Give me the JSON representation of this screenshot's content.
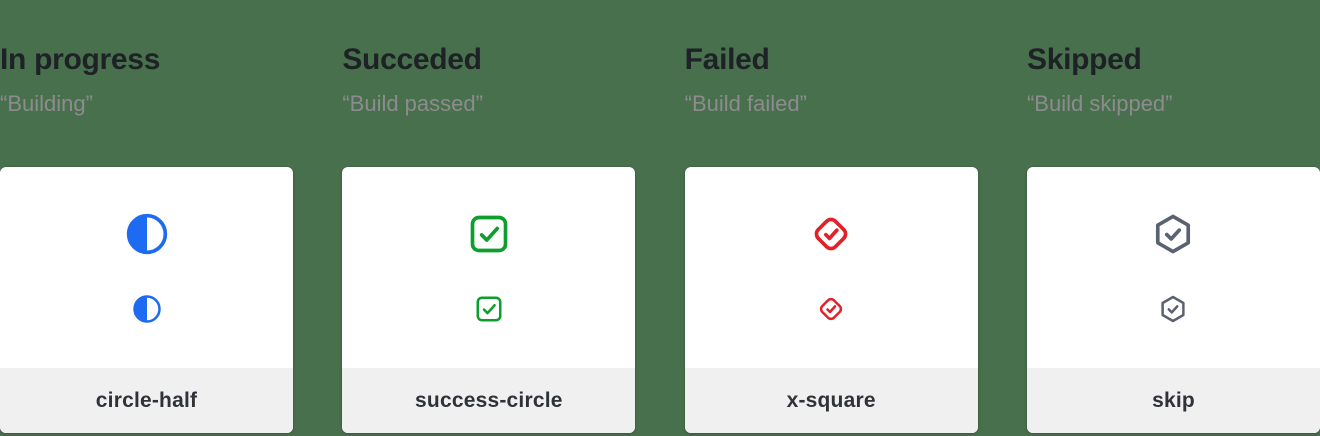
{
  "colors": {
    "background": "#48704D",
    "card_bg": "#FFFFFF",
    "footer_bg": "#F0F0F0",
    "title_text": "#1E2126",
    "subtitle_text": "#8C8C8E",
    "label_text": "#2F3237"
  },
  "columns": [
    {
      "title": "In progress",
      "subtitle": "“Building”",
      "label": "circle-half",
      "icon": "circle-half-icon",
      "icon_color": "#1C6BF2"
    },
    {
      "title": "Succeded",
      "subtitle": "“Build passed”",
      "label": "success-circle",
      "icon": "check-square-icon",
      "icon_color": "#0D9F2D"
    },
    {
      "title": "Failed",
      "subtitle": "“Build failed”",
      "label": "x-square",
      "icon": "check-diamond-icon",
      "icon_color": "#E22128"
    },
    {
      "title": "Skipped",
      "subtitle": "“Build skipped”",
      "label": "skip",
      "icon": "check-hexagon-icon",
      "icon_color": "#5A6170"
    }
  ]
}
